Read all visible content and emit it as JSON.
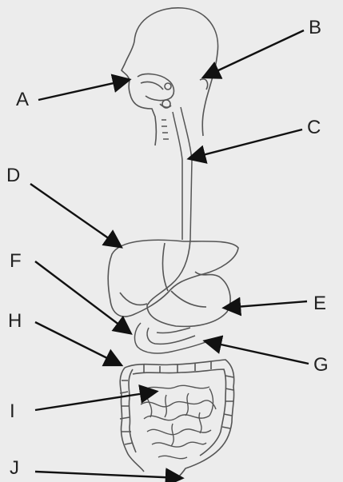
{
  "diagram": {
    "labels": {
      "a": "A",
      "b": "B",
      "c": "C",
      "d": "D",
      "e": "E",
      "f": "F",
      "g": "G",
      "h": "H",
      "i": "I",
      "j": "J"
    }
  }
}
